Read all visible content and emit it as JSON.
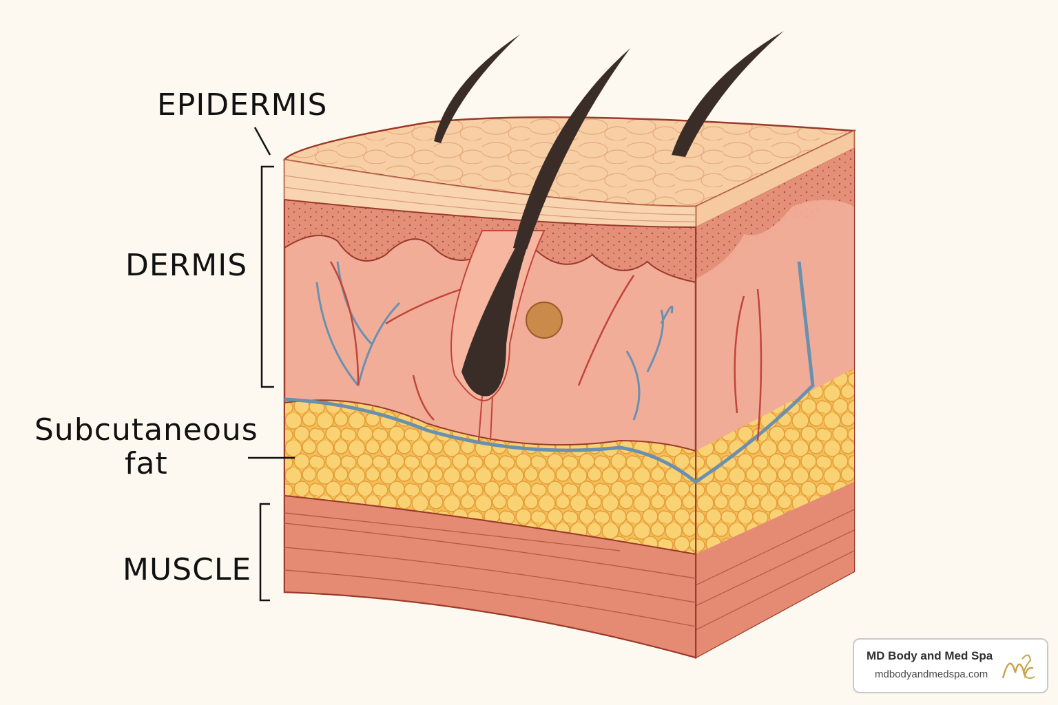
{
  "labels": {
    "epidermis": "EPIDERMIS",
    "dermis": "DERMIS",
    "subcutaneous_line1": "Subcutaneous",
    "subcutaneous_line2": "fat",
    "muscle": "MUSCLE"
  },
  "watermark": {
    "name": "MD Body and Med Spa",
    "url": "mdbodyandmedspa.com",
    "logo_text": "ME"
  },
  "colors": {
    "background": "#fdf9f1",
    "epidermis": "#f6c9a0",
    "dermis": "#f1ad98",
    "dermis_dark": "#e48a72",
    "fat": "#f7c35e",
    "fat_cell": "#f9d274",
    "muscle": "#e58b74",
    "outline": "#9a3a2a",
    "vessel_blue": "#6a90b0",
    "vessel_red": "#c0443a",
    "hair": "#3a2d28",
    "logo_gold": "#c9a24a"
  }
}
